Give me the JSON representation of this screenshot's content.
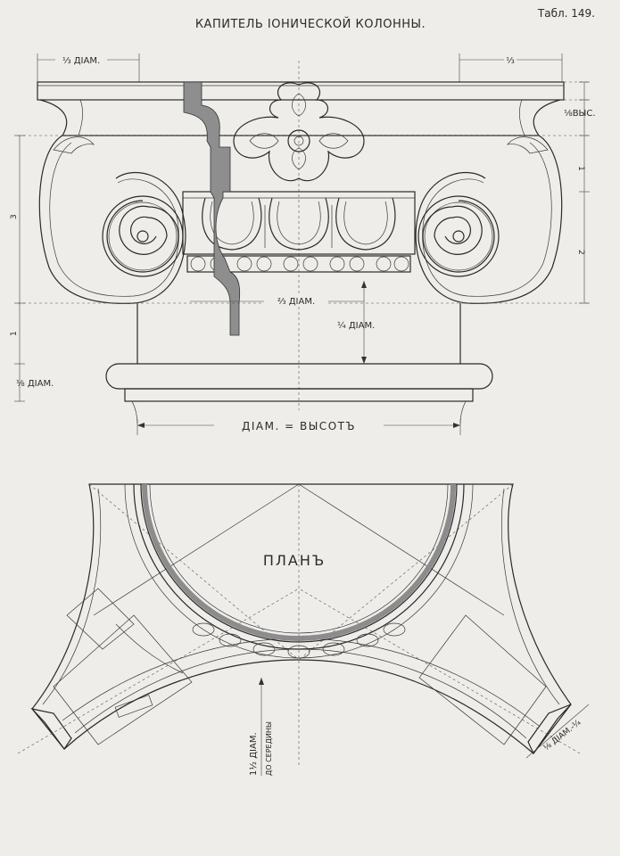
{
  "header": {
    "title": "КАПИТЕЛЬ ІОНИЧЕСКОЙ КОЛОННЫ.",
    "table_ref": "Табл. 149."
  },
  "elevation": {
    "dim_top_left": "⅓ ДІАМ.",
    "dim_top_right": "⅓",
    "dim_right_abacus": "⅛ВЫС.",
    "dim_right_1": "1",
    "dim_right_2": "2",
    "dim_left_3": "3",
    "dim_left_1": "1",
    "dim_left_bottom": "⅛ ДІАМ.",
    "dim_center": "⅔ ДІАМ.",
    "dim_center_right": "¼ ДІАМ.",
    "dim_bottom": "ДІАМ. = ВЫСОТЪ"
  },
  "plan": {
    "title": "ПЛАНЪ",
    "dim_vertical_1": "1½ ДІАМ.",
    "dim_vertical_2": "ДО СЕРЕДИНЫ",
    "dim_corner": "⅛ ДІАМ.-¼"
  }
}
